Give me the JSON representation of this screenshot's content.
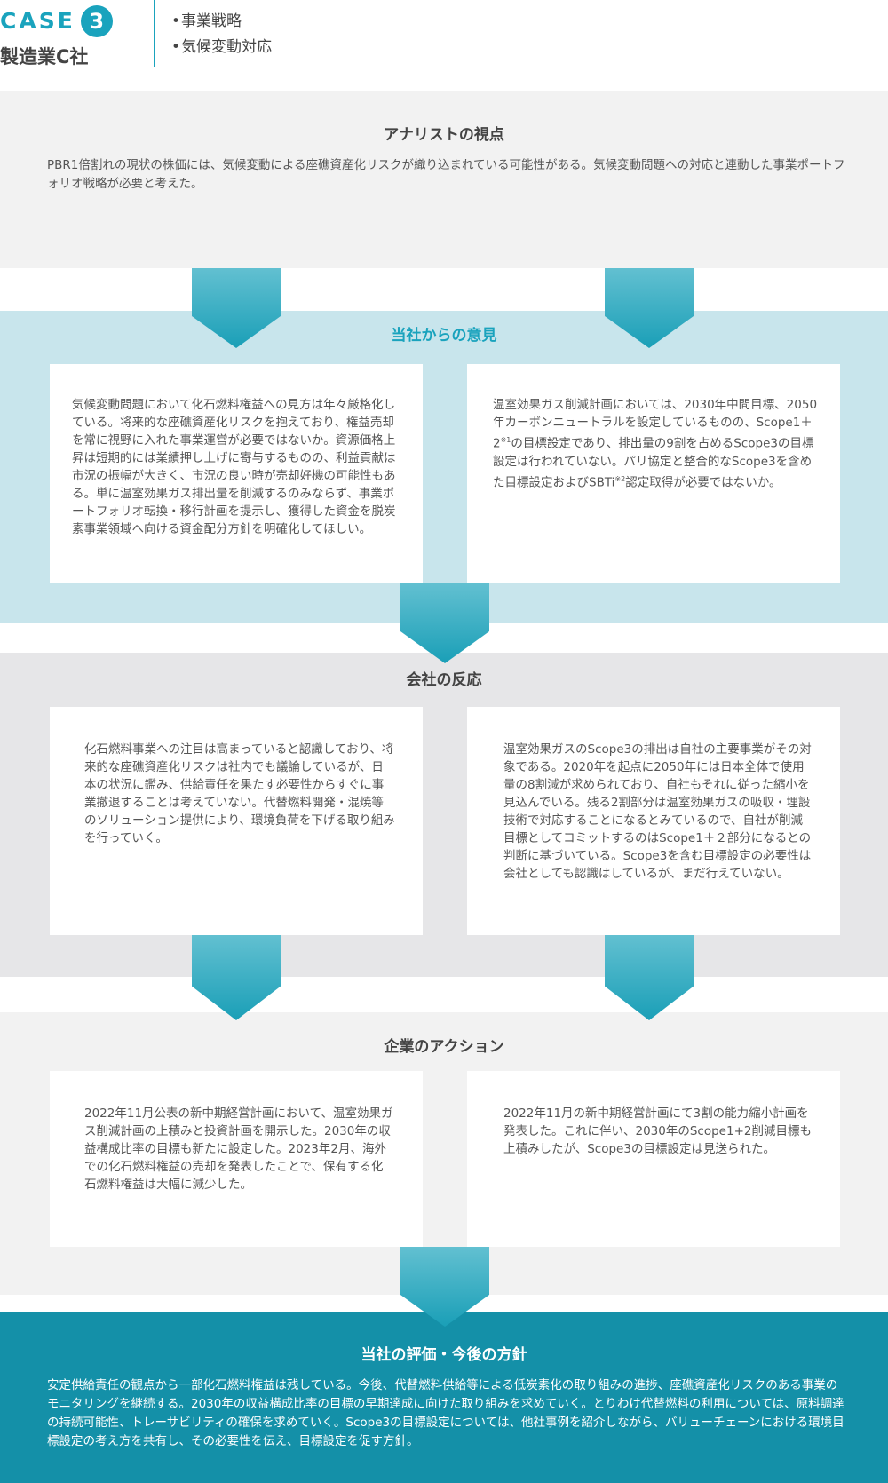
{
  "header": {
    "case_label": "CASE",
    "case_number": "3",
    "company": "製造業C社",
    "tags": [
      "事業戦略",
      "気候変動対応"
    ]
  },
  "analyst": {
    "title": "アナリストの視点",
    "text": "PBR1倍割れの現状の株価には、気候変動による座礁資産化リスクが織り込まれている可能性がある。気候変動問題への対応と連動した事業ポートフォリオ戦略が必要と考えた。"
  },
  "opinion": {
    "title": "当社からの意見",
    "left": "気候変動問題において化石燃料権益への見方は年々厳格化している。将来的な座礁資産化リスクを抱えており、権益売却を常に視野に入れた事業運営が必要ではないか。資源価格上昇は短期的には業績押し上げに寄与するものの、利益貢献は市況の振幅が大きく、市況の良い時が売却好機の可能性もある。単に温室効果ガス排出量を削減するのみならず、事業ポートフォリオ転換・移行計画を提示し、獲得した資金を脱炭素事業領域へ向ける資金配分方針を明確化してほしい。",
    "right_part1": "温室効果ガス削減計画においては、2030年中間目標、2050年カーボンニュートラルを設定しているものの、Scope1＋2",
    "right_note1": "※1",
    "right_part2": "の目標設定であり、排出量の9割を占めるScope3の目標設定は行われていない。パリ協定と整合的なScope3を含めた目標設定およびSBTi",
    "right_note2": "※2",
    "right_part3": "認定取得が必要ではないか。"
  },
  "reaction": {
    "title": "会社の反応",
    "left": "化石燃料事業への注目は高まっていると認識しており、将来的な座礁資産化リスクは社内でも議論しているが、日本の状況に鑑み、供給責任を果たす必要性からすぐに事業撤退することは考えていない。代替燃料開発・混焼等のソリューション提供により、環境負荷を下げる取り組みを行っていく。",
    "right": "温室効果ガスのScope3の排出は自社の主要事業がその対象である。2020年を起点に2050年には日本全体で使用量の8割減が求められており、自社もそれに従った縮小を見込んでいる。残る2割部分は温室効果ガスの吸収・埋設技術で対応することになるとみているので、自社が削減目標としてコミットするのはScope1＋２部分になるとの判断に基づいている。Scope3を含む目標設定の必要性は会社としても認識はしているが、まだ行えていない。"
  },
  "action": {
    "title": "企業のアクション",
    "left": "2022年11月公表の新中期経営計画において、温室効果ガス削減計画の上積みと投資計画を開示した。2030年の収益構成比率の目標も新たに設定した。2023年2月、海外での化石燃料権益の売却を発表したことで、保有する化石燃料権益は大幅に減少した。",
    "right": "2022年11月の新中期経営計画にて3割の能力縮小計画を発表した。これに伴い、2030年のScope1+2削減目標も上積みしたが、Scope3の目標設定は見送られた。"
  },
  "evaluation": {
    "title": "当社の評価・今後の方針",
    "text": "安定供給責任の観点から一部化石燃料権益は残している。今後、代替燃料供給等による低炭素化の取り組みの進捗、座礁資産化リスクのある事業のモニタリングを継続する。2030年の収益構成比率の目標の早期達成に向けた取り組みを求めていく。とりわけ代替燃料の利用については、原料調達の持続可能性、トレーサビリティの確保を求めていく。Scope3の目標設定については、他社事例を紹介しながら、バリューチェーンにおける環境目標設定の考え方を共有し、その必要性を伝え、目標設定を促す方針。"
  },
  "colors": {
    "accent": "#1aa3bd",
    "opinion_bg": "#c8e5ec",
    "evaluation_bg": "#1490a8"
  }
}
